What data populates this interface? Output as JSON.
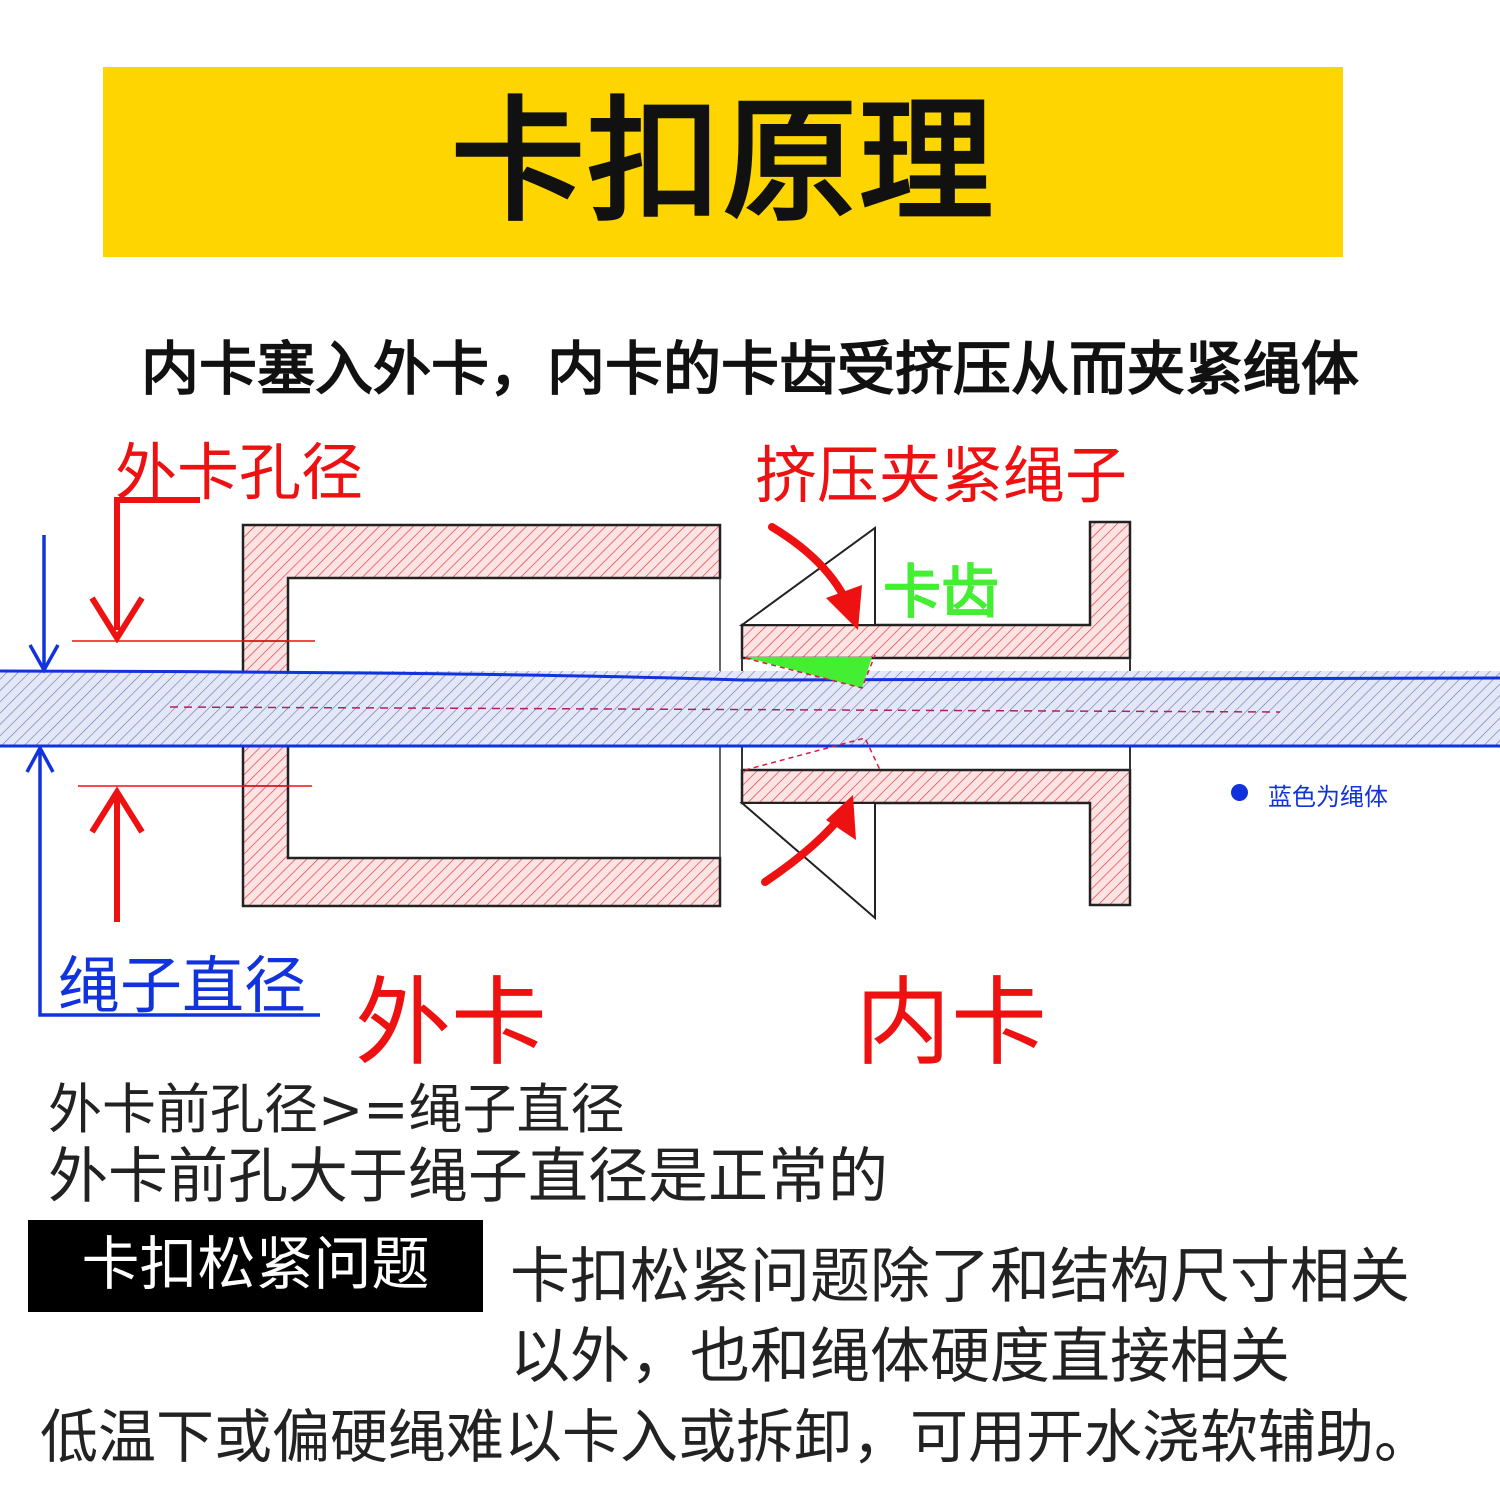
{
  "title": "卡扣原理",
  "subtitle": "内卡塞入外卡，内卡的卡齿受挤压从而夹紧绳体",
  "labels": {
    "outer_hole": "外卡孔径",
    "squeeze": "挤压夹紧绳子",
    "teeth": "卡齿",
    "rope_diameter": "绳子直径",
    "outer_clip": "外卡",
    "inner_clip": "内卡"
  },
  "legend": {
    "text": "蓝色为绳体"
  },
  "notes": {
    "line1": "外卡前孔径>=绳子直径",
    "line2": "外卡前孔大于绳子直径是正常的"
  },
  "section": {
    "badge": "卡扣松紧问题",
    "para_line1": "卡扣松紧问题除了和结构尺寸相关",
    "para_line2": "以外，也和绳体硬度直接相关"
  },
  "bottom_note": "低温下或偏硬绳难以卡入或拆卸，可用开水浇软辅助。",
  "colors": {
    "title_bar": "#FFD500",
    "label_red": "#EE1111",
    "rope_blue": "#1133DD",
    "teeth_green": "#44EE33",
    "part_fill": "#FDE3E3",
    "hatch_red": "#E04040"
  }
}
